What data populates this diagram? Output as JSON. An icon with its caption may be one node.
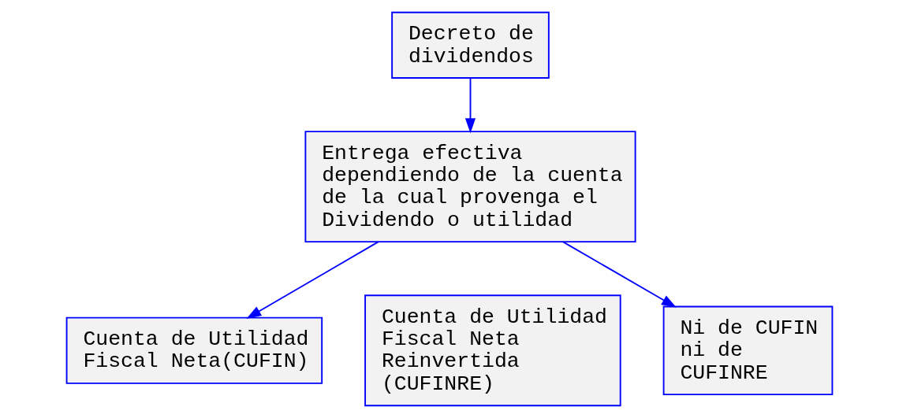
{
  "diagram": {
    "nodes": [
      {
        "text": [
          "Decreto de dividendos"
        ]
      },
      {
        "text": [
          "Entrega efectiva dependiendo de la cuenta de la cual provenga el Dividendo o utilidad"
        ]
      },
      {
        "text": [
          "Cuenta de Utilidad Fiscal Neta(CUFIN)"
        ]
      },
      {
        "text": [
          "Cuenta de Utilidad Fiscal Neta Reinvertida (CUFINRE)"
        ]
      },
      {
        "text": [
          "Ni de CUFIN ni de CUFINRE"
        ]
      }
    ],
    "edges": [
      {
        "from": 0,
        "to": 1,
        "arrow": "to"
      },
      {
        "from": 1,
        "to": 2,
        "arrow": "to"
      },
      {
        "from": 1,
        "to": 4,
        "arrow": "to"
      }
    ]
  }
}
